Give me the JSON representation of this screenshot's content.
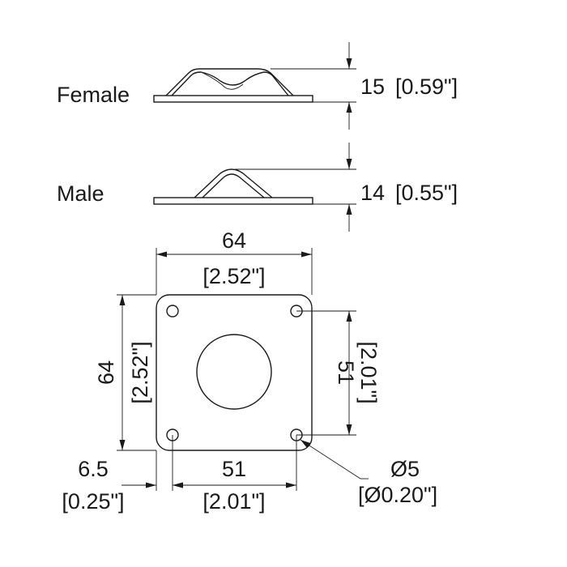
{
  "side_views": {
    "female": {
      "label": "Female",
      "height_mm": "15",
      "height_in": "[0.59\"]"
    },
    "male": {
      "label": "Male",
      "height_mm": "14",
      "height_in": "[0.55\"]"
    }
  },
  "plate": {
    "width_mm": "64",
    "width_in": "[2.52\"]",
    "height_mm": "64",
    "height_in": "[2.52\"]",
    "hole_spacing_vertical_mm": "51",
    "hole_spacing_vertical_in": "[2.01\"]",
    "hole_spacing_horizontal_mm": "51",
    "hole_spacing_horizontal_in": "[2.01\"]",
    "edge_offset_mm": "6.5",
    "edge_offset_in": "[0.25\"]",
    "hole_diameter_mm": "Ø5",
    "hole_diameter_in": "[Ø0.20\"]"
  }
}
